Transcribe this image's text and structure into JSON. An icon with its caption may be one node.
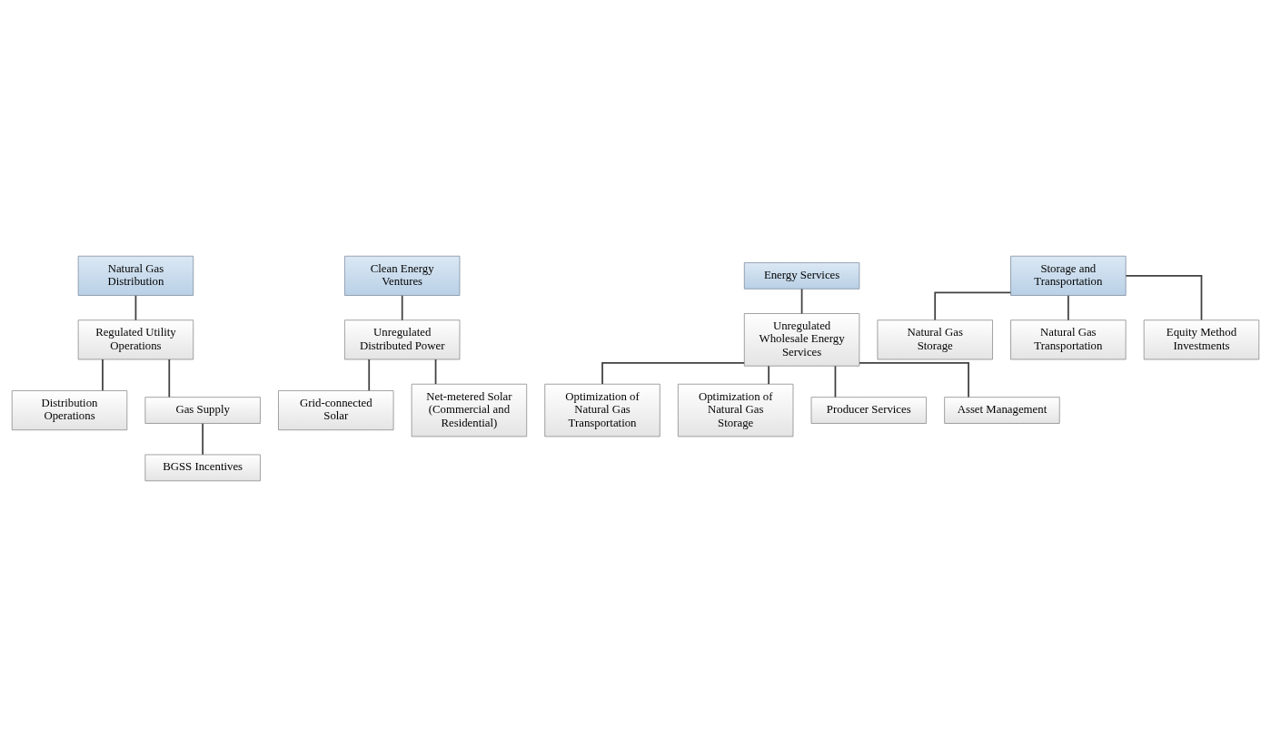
{
  "diagram": {
    "nodes": [
      {
        "text": [
          "Natural Gas Distribution"
        ]
      },
      {
        "text": [
          "Regulated Utility Operations"
        ]
      },
      {
        "text": [
          "Distribution Operations"
        ]
      },
      {
        "text": [
          "Gas Supply"
        ]
      },
      {
        "text": [
          "BGSS Incentives"
        ]
      },
      {
        "text": [
          "Clean Energy Ventures"
        ]
      },
      {
        "text": [
          "Unregulated Distributed Power"
        ]
      },
      {
        "text": [
          "Grid-connected Solar"
        ]
      },
      {
        "text": [
          "Net-metered Solar (Commercial and Residential)"
        ]
      },
      {
        "text": [
          "Energy Services"
        ]
      },
      {
        "text": [
          "Unregulated Wholesale Energy Services"
        ]
      },
      {
        "text": [
          "Optimization of Natural Gas Transportation"
        ]
      },
      {
        "text": [
          "Optimization of Natural Gas Storage"
        ]
      },
      {
        "text": [
          "Producer Services"
        ]
      },
      {
        "text": [
          "Asset Management"
        ]
      },
      {
        "text": [
          "Storage and Transportation"
        ]
      },
      {
        "text": [
          "Natural Gas Storage"
        ]
      },
      {
        "text": [
          "Natural Gas Transportation"
        ]
      },
      {
        "text": [
          "Equity Method Investments"
        ]
      }
    ],
    "edges": [
      {
        "from": 0,
        "to": 1,
        "arrow": "none"
      },
      {
        "from": 1,
        "to": 2,
        "arrow": "none"
      },
      {
        "from": 1,
        "to": 3,
        "arrow": "none"
      },
      {
        "from": 3,
        "to": 4,
        "arrow": "none"
      },
      {
        "from": 5,
        "to": 6,
        "arrow": "none"
      },
      {
        "from": 6,
        "to": 7,
        "arrow": "none"
      },
      {
        "from": 6,
        "to": 8,
        "arrow": "none"
      },
      {
        "from": 9,
        "to": 10,
        "arrow": "none"
      },
      {
        "from": 10,
        "to": 11,
        "arrow": "none"
      },
      {
        "from": 10,
        "to": 12,
        "arrow": "none"
      },
      {
        "from": 10,
        "to": 13,
        "arrow": "none"
      },
      {
        "from": 10,
        "to": 14,
        "arrow": "none"
      },
      {
        "from": 15,
        "to": 16,
        "arrow": "none"
      },
      {
        "from": 15,
        "to": 17,
        "arrow": "none"
      },
      {
        "from": 15,
        "to": 18,
        "arrow": "none"
      }
    ]
  }
}
